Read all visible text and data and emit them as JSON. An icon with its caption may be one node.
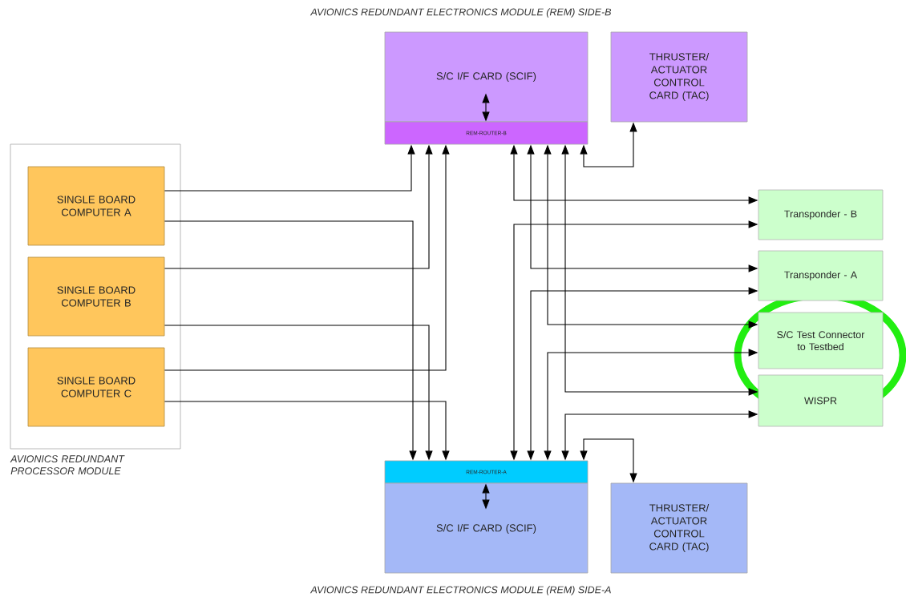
{
  "diagram": {
    "nodes": [
      {
        "text": [
          "AVIONICS REDUNDANT PROCESSOR MODULE"
        ]
      },
      {
        "text": [
          "SINGLE BOARD COMPUTER A"
        ],
        "in": 0
      },
      {
        "text": [
          "SINGLE BOARD COMPUTER B"
        ],
        "in": 0
      },
      {
        "text": [
          "SINGLE BOARD COMPUTER C"
        ],
        "in": 0
      },
      {
        "text": [
          "S/C I/F CARD (SCIF)"
        ]
      },
      {
        "text": [
          "REM-ROUTER-B"
        ]
      },
      {
        "text": [
          "THRUSTER/ ACTUATOR CONTROL CARD (TAC)"
        ]
      },
      {
        "text": [
          "Transponder - B"
        ]
      },
      {
        "text": [
          "Transponder - A"
        ]
      },
      {
        "text": [
          "S/C Test Connector to Testbed"
        ]
      },
      {
        "text": [
          "WISPR"
        ]
      },
      {
        "text": [
          "REM-ROUTER-A"
        ]
      },
      {
        "text": [
          "S/C I/F CARD (SCIF)"
        ]
      },
      {
        "text": [
          "THRUSTER/ ACTUATOR CONTROL CARD (TAC)"
        ]
      }
    ],
    "edges": [
      {
        "from": 1,
        "to": 5,
        "arrow": "to"
      },
      {
        "from": 1,
        "to": 11,
        "arrow": "to"
      },
      {
        "from": 2,
        "to": 5,
        "arrow": "to"
      },
      {
        "from": 2,
        "to": 11,
        "arrow": "to"
      },
      {
        "from": 3,
        "to": 5,
        "arrow": "to"
      },
      {
        "from": 3,
        "to": 11,
        "arrow": "to"
      },
      {
        "from": 4,
        "to": 5,
        "arrow": "both"
      },
      {
        "from": 5,
        "to": 6,
        "arrow": "both"
      },
      {
        "from": 5,
        "to": 7,
        "arrow": "both"
      },
      {
        "from": 11,
        "to": 7,
        "arrow": "both"
      },
      {
        "from": 5,
        "to": 8,
        "arrow": "both"
      },
      {
        "from": 11,
        "to": 8,
        "arrow": "both"
      },
      {
        "from": 5,
        "to": 9,
        "arrow": "both"
      },
      {
        "from": 11,
        "to": 9,
        "arrow": "both"
      },
      {
        "from": 5,
        "to": 10,
        "arrow": "both"
      },
      {
        "from": 11,
        "to": 10,
        "arrow": "both"
      },
      {
        "from": 12,
        "to": 11,
        "arrow": "both"
      },
      {
        "from": 11,
        "to": 13,
        "arrow": "both"
      }
    ],
    "labels": [
      "AVIONICS  REDUNDANT ELECTRONICS MODULE  (REM) SIDE-B",
      "AVIONICS  REDUNDANT ELECTRONICS MODULE  (REM) SIDE-A"
    ]
  }
}
